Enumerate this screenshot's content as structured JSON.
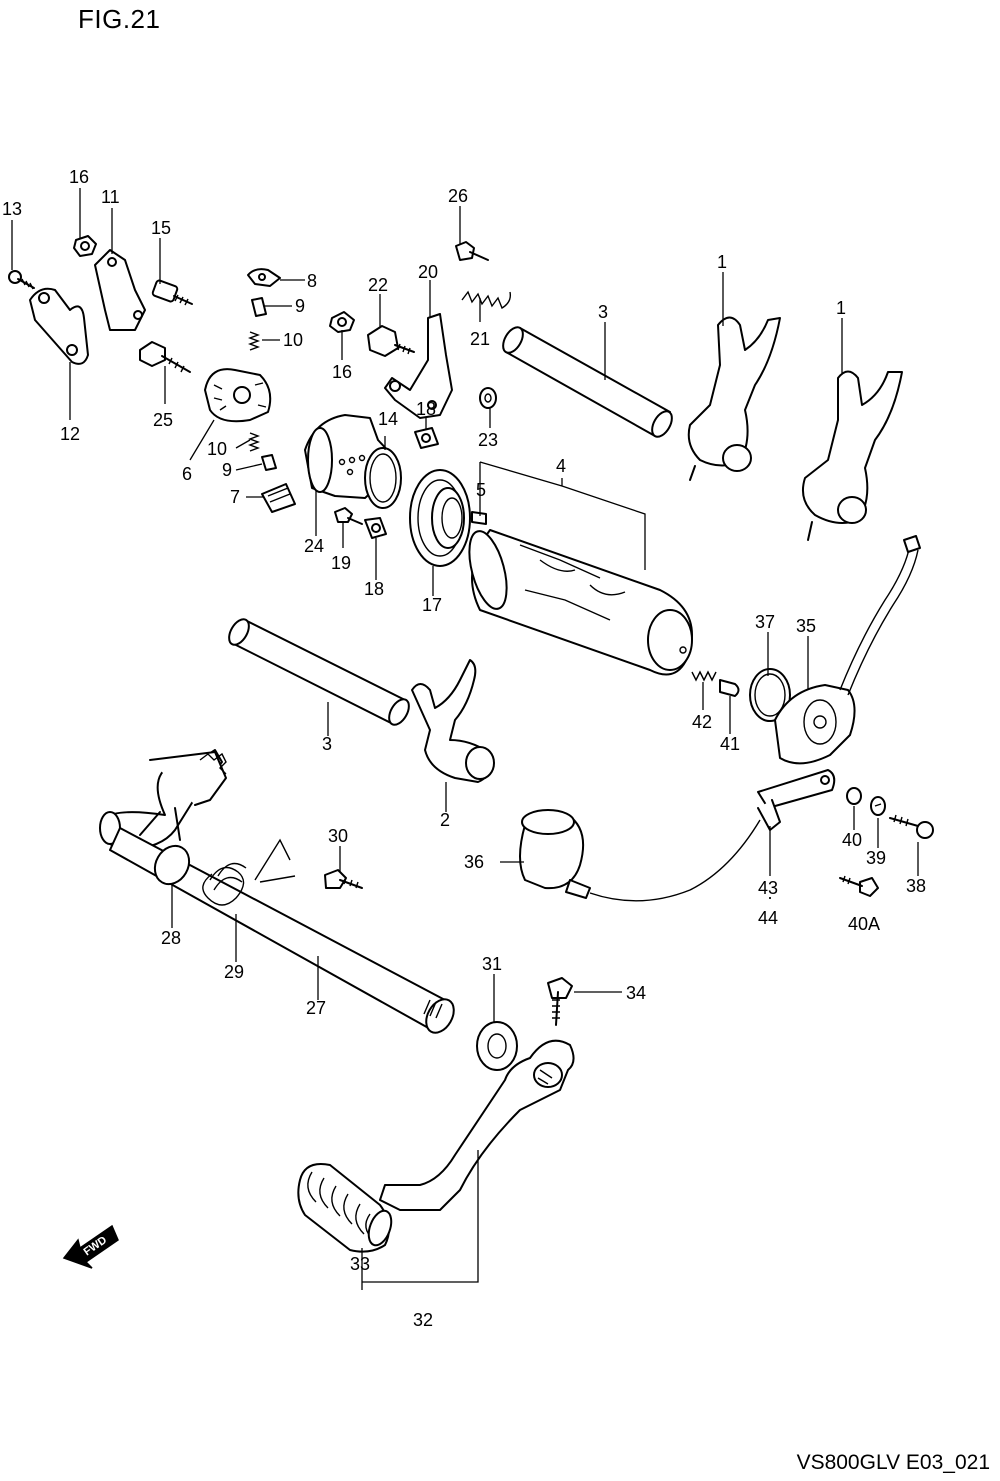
{
  "figure": {
    "title": "FIG.21",
    "code": "VS800GLV E03_021",
    "direction_label": "FWD"
  },
  "parts": {
    "p1a": "1",
    "p1b": "1",
    "p2": "2",
    "p3a": "3",
    "p3b": "3",
    "p4": "4",
    "p5": "5",
    "p6": "6",
    "p7": "7",
    "p8": "8",
    "p9a": "9",
    "p9b": "9",
    "p10a": "10",
    "p10b": "10",
    "p11": "11",
    "p12": "12",
    "p13": "13",
    "p14": "14",
    "p15": "15",
    "p16a": "16",
    "p16b": "16",
    "p17": "17",
    "p18a": "18",
    "p18b": "18",
    "p19": "19",
    "p20": "20",
    "p21": "21",
    "p22": "22",
    "p23": "23",
    "p24": "24",
    "p25": "25",
    "p26": "26",
    "p27": "27",
    "p28": "28",
    "p29": "29",
    "p30": "30",
    "p31": "31",
    "p32": "32",
    "p33": "33",
    "p34": "34",
    "p35": "35",
    "p36": "36",
    "p37": "37",
    "p38": "38",
    "p39": "39",
    "p40": "40",
    "p40a": "40A",
    "p41": "41",
    "p42": "42",
    "p43": "43",
    "p44": "44"
  }
}
